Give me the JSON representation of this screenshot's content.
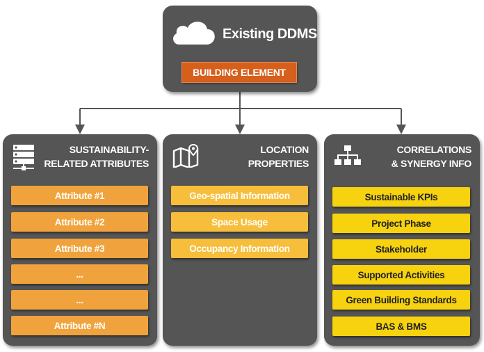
{
  "top": {
    "title": "Existing DDMS",
    "badge": "BUILDING ELEMENT",
    "icon": "cloud-icon"
  },
  "columns": [
    {
      "icon": "server-icon",
      "title_lines": [
        "SUSTAINABILITY-",
        "RELATED ATTRIBUTES"
      ],
      "items": [
        "Attribute #1",
        "Attribute #2",
        "Attribute #3",
        "...",
        "...",
        "Attribute #N"
      ]
    },
    {
      "icon": "map-pin-icon",
      "title_lines": [
        "LOCATION",
        "PROPERTIES"
      ],
      "items": [
        "Geo-spatial Information",
        "Space Usage",
        "Occupancy Information"
      ]
    },
    {
      "icon": "hierarchy-icon",
      "title_lines": [
        "CORRELATIONS",
        "& SYNERGY INFO"
      ],
      "items": [
        "Sustainable KPIs",
        "Project Phase",
        "Stakeholder",
        "Supported Activities",
        "Green Building Standards",
        "BAS & BMS"
      ]
    }
  ],
  "colors": {
    "panel": "#555555",
    "badge": "#d65f1c",
    "attribute_item": "#f0a33c",
    "location_item": "#f6be3a",
    "synergy_item": "#f7d20f",
    "connector": "#555555"
  }
}
